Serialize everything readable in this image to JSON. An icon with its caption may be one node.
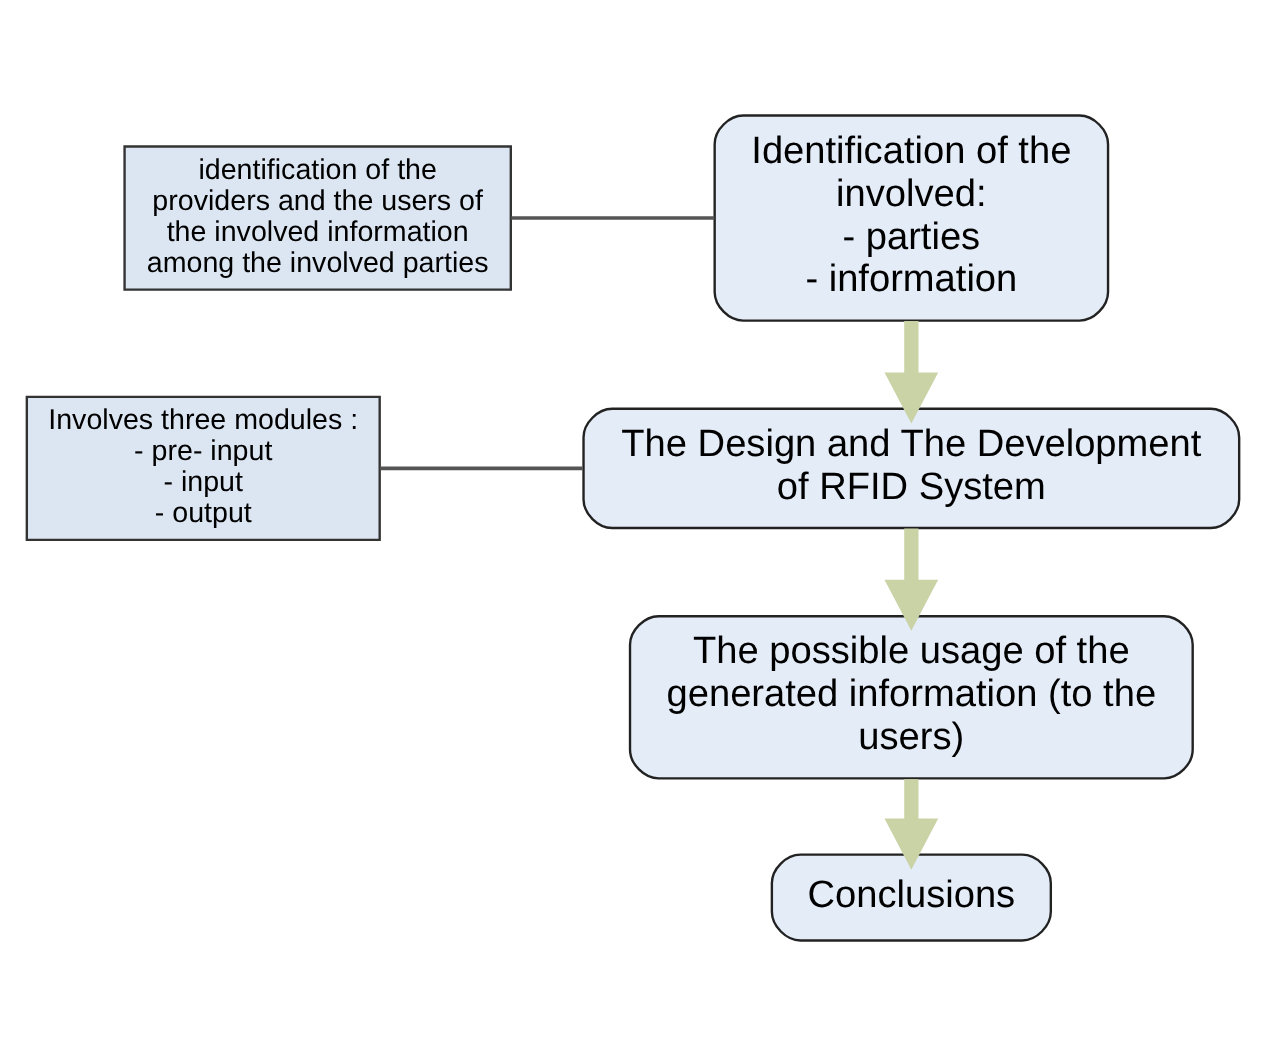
{
  "diagram": {
    "nodes": [
      {
        "text": [
          "Identification of the involved:",
          "- parties",
          "- information"
        ]
      },
      {
        "text": [
          "identification of the providers and the users of the involved information among the involved parties"
        ]
      },
      {
        "text": [
          "The Design and The Development of RFID System"
        ]
      },
      {
        "text": [
          "Involves three modules :",
          "- pre- input",
          "- input",
          "- output"
        ]
      },
      {
        "text": [
          "The possible usage of the generated information (to the users)"
        ]
      },
      {
        "text": [
          "Conclusions"
        ]
      }
    ],
    "edges": [
      {
        "from": 0,
        "to": 2,
        "arrow": "to"
      },
      {
        "from": 2,
        "to": 4,
        "arrow": "to"
      },
      {
        "from": 4,
        "to": 5,
        "arrow": "to"
      },
      {
        "from": 1,
        "to": 0,
        "arrow": "none",
        "color": "#555555"
      },
      {
        "from": 3,
        "to": 2,
        "arrow": "none",
        "color": "#555555"
      }
    ]
  }
}
